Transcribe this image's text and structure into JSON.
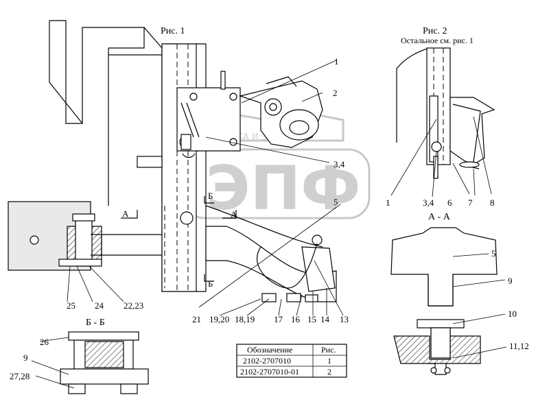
{
  "figures": {
    "fig1_title": "Рис. 1",
    "fig2_title": "Рис. 2",
    "fig2_note": "Остальное см. рис. 1",
    "section_aa": "А - А",
    "section_bb": "Б - Б",
    "cut_a": "А",
    "cut_b": "Б"
  },
  "callouts": {
    "c1": "1",
    "c2": "2",
    "c34": "3,4",
    "c5": "5",
    "c13": "13",
    "c14": "14",
    "c15": "15",
    "c16": "16",
    "c17": "17",
    "c1819": "18,19",
    "c1920": "19,20",
    "c21": "21",
    "c2223": "22,23",
    "c24": "24",
    "c25": "25",
    "f2_1": "1",
    "f2_34": "3,4",
    "f2_6": "6",
    "f2_7": "7",
    "f2_8": "8",
    "aa_5": "5",
    "aa_9": "9",
    "aa_10": "10",
    "aa_1112": "11,12",
    "bb_26": "26",
    "bb_9": "9",
    "bb_2728": "27,28"
  },
  "table": {
    "header": [
      "Обозначение",
      "Рис."
    ],
    "rows": [
      [
        "2102-2707010",
        "1"
      ],
      [
        "2102-2707010-01",
        "2"
      ]
    ]
  },
  "watermark": {
    "logo_letters": "ЭПФ",
    "tagline": "ТЕХНИКА И ЗАПЧАСТИ"
  }
}
